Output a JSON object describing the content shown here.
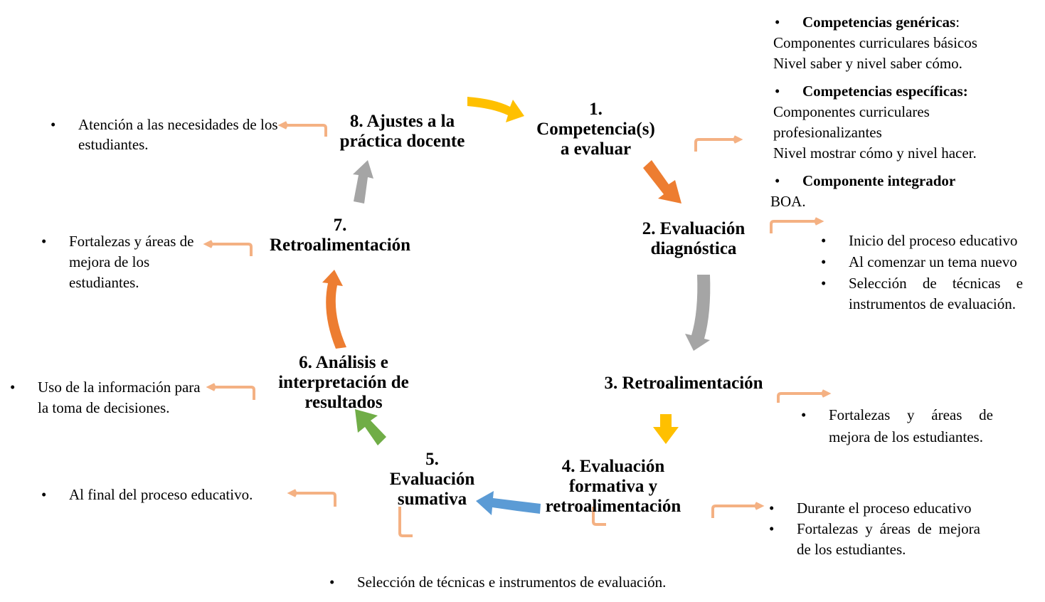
{
  "colors": {
    "yellow": "#FFC000",
    "orange": "#ED7D31",
    "gray": "#A5A5A5",
    "blue": "#5B9BD5",
    "green": "#70AD47",
    "connector": "#F4B183"
  },
  "stages": {
    "s1": [
      "1.",
      "Competencia(s)",
      "a evaluar"
    ],
    "s2": [
      "2. Evaluación",
      "diagnóstica"
    ],
    "s3": [
      "3. Retroalimentación"
    ],
    "s4": [
      "4. Evaluación",
      "formativa y",
      "retroalimentación"
    ],
    "s5": [
      "5.",
      "Evaluación",
      "sumativa"
    ],
    "s6": [
      "6. Análisis e",
      "interpretación de",
      "resultados"
    ],
    "s7": [
      "7.",
      "Retroalimentación"
    ],
    "s8": [
      "8. Ajustes a la",
      "práctica docente"
    ]
  },
  "notes": {
    "competencias": {
      "genericas_title": "Competencias genéricas",
      "genericas_colon": ":",
      "genericas_l1": "Componentes curriculares básicos",
      "genericas_l2": "Nivel saber y nivel saber cómo.",
      "especificas_title": "Competencias específicas:",
      "especificas_l1": "Componentes curriculares",
      "especificas_l2": "profesionalizantes",
      "especificas_l3": "Nivel mostrar cómo y nivel hacer.",
      "integrador_title": "Componente integrador",
      "integrador_l1": "BOA."
    },
    "diagnostica": [
      "Inicio del proceso educativo",
      "Al comenzar un tema nuevo",
      "Selección de técnicas e instrumentos de evaluación."
    ],
    "retro3": [
      "Fortalezas y áreas de mejora de los estudiantes."
    ],
    "formativa": [
      "Durante el proceso educativo",
      "Fortalezas y áreas de mejora de los estudiantes."
    ],
    "sumativa_final": [
      "Al final del proceso educativo."
    ],
    "sumativa_seleccion": [
      "Selección de técnicas e instrumentos de evaluación."
    ],
    "analisis": [
      "Uso de la información para la toma de decisiones."
    ],
    "retro7": [
      "Fortalezas y áreas de mejora de los estudiantes."
    ],
    "ajustes": [
      "Atención a las necesidades de los estudiantes."
    ]
  }
}
